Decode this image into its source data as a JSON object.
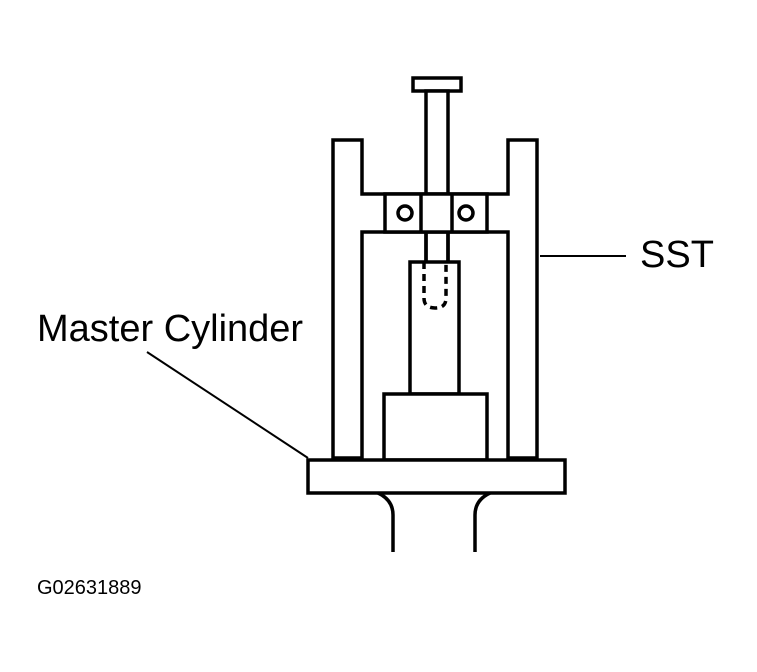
{
  "labels": {
    "sst": "SST",
    "master_cylinder": "Master Cylinder",
    "figure_code": "G02631889"
  },
  "colors": {
    "ink": "#000000",
    "paper": "#ffffff"
  }
}
